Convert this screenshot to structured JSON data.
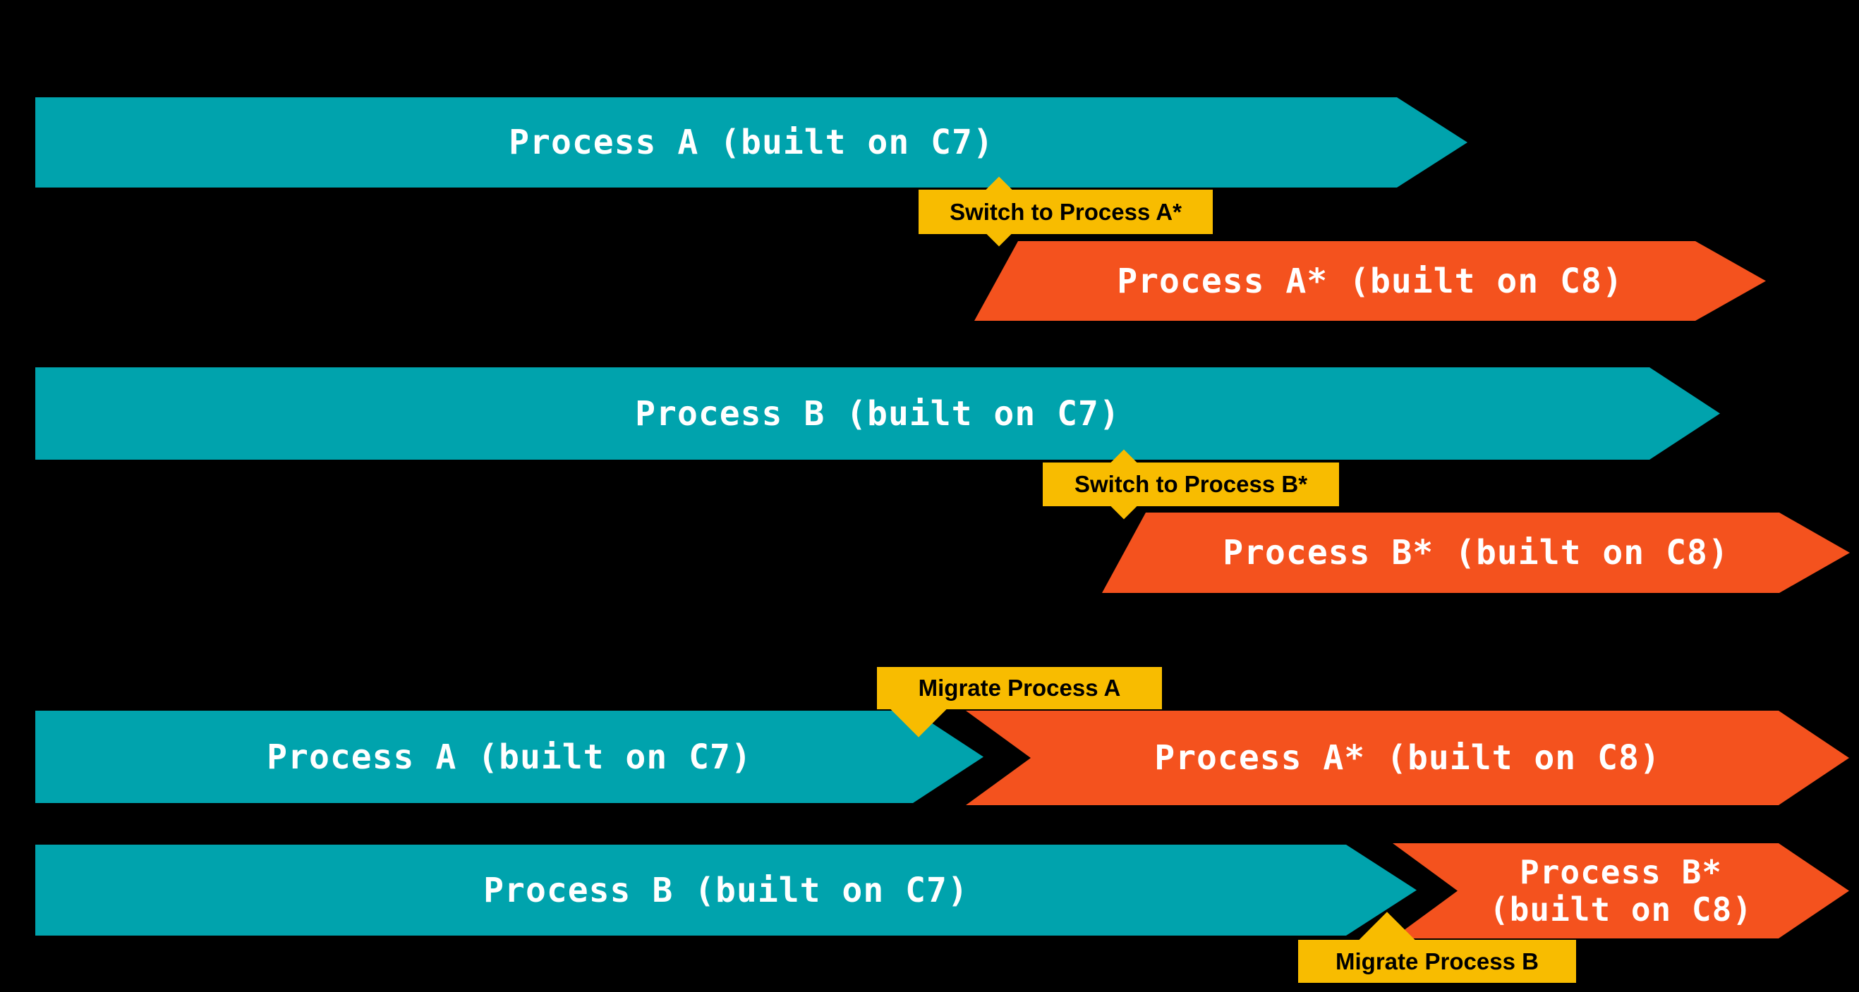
{
  "colors": {
    "background": "#000000",
    "teal": "#00A3AD",
    "orange": "#F4521E",
    "yellow": "#F8BC00",
    "arrow_text": "#FFFFFF",
    "tag_text": "#000000"
  },
  "scenario_switch": {
    "process_a_c7": "Process A (built on C7)",
    "switch_tag_a": "Switch to Process A*",
    "process_a_star_c8": "Process A* (built on C8)",
    "process_b_c7": "Process B (built on C7)",
    "switch_tag_b": "Switch to Process B*",
    "process_b_star_c8": "Process B* (built on C8)"
  },
  "scenario_migrate": {
    "migrate_tag_a": "Migrate Process A",
    "process_a_c7": "Process A (built on C7)",
    "process_a_star_c8": "Process A* (built on C8)",
    "process_b_c7": "Process B (built on C7)",
    "process_b_star_line1": "Process B*",
    "process_b_star_line2": "(built on C8)",
    "migrate_tag_b": "Migrate Process B"
  }
}
